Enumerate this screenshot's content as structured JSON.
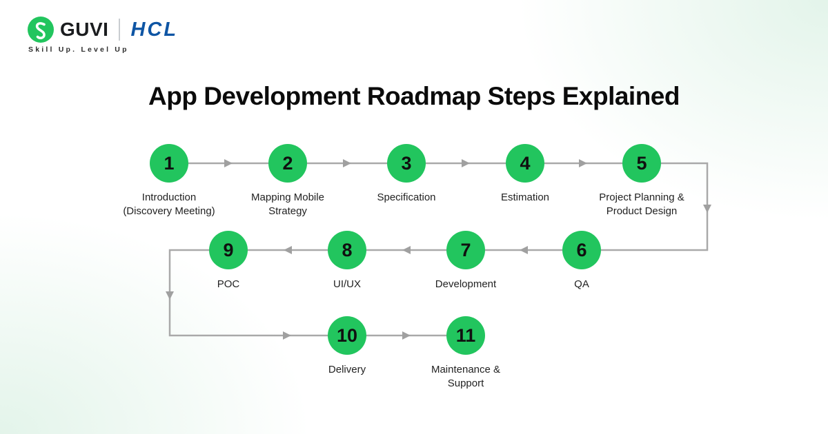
{
  "brand": {
    "guvi_label": "GUVI",
    "hcl_label": "HCL",
    "tagline": "Skill Up. Level Up",
    "logo_icon": "guvi-g-icon",
    "green": "#22C55E",
    "hcl_blue": "#0E55A4"
  },
  "title": "App Development Roadmap Steps Explained",
  "diagram": {
    "type": "flow",
    "line_color": "#A9A9A9",
    "node_color": "#22C55E",
    "flow_order": "1-2-3-4-5 right, down, 6-7-8-9 left, down, 10-11 right",
    "steps": [
      {
        "number": "1",
        "label": "Introduction\n(Discovery Meeting)"
      },
      {
        "number": "2",
        "label": "Mapping Mobile\nStrategy"
      },
      {
        "number": "3",
        "label": "Specification"
      },
      {
        "number": "4",
        "label": "Estimation"
      },
      {
        "number": "5",
        "label": "Project Planning &\nProduct Design"
      },
      {
        "number": "6",
        "label": "QA"
      },
      {
        "number": "7",
        "label": "Development"
      },
      {
        "number": "8",
        "label": "UI/UX"
      },
      {
        "number": "9",
        "label": "POC"
      },
      {
        "number": "10",
        "label": "Delivery"
      },
      {
        "number": "11",
        "label": "Maintenance &\nSupport"
      }
    ]
  }
}
